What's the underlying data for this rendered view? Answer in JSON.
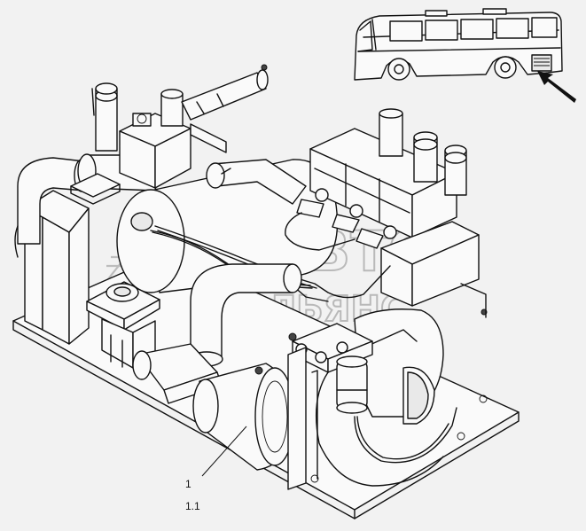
{
  "figure": {
    "callout_1": "1",
    "callout_1_1": "1.1"
  },
  "watermark": {
    "line1": "АВТО",
    "line2": "АЛЬЯНС"
  },
  "colors": {
    "background": "#f2f2f2",
    "ink": "#111111",
    "watermark": "#b9b9b9"
  }
}
